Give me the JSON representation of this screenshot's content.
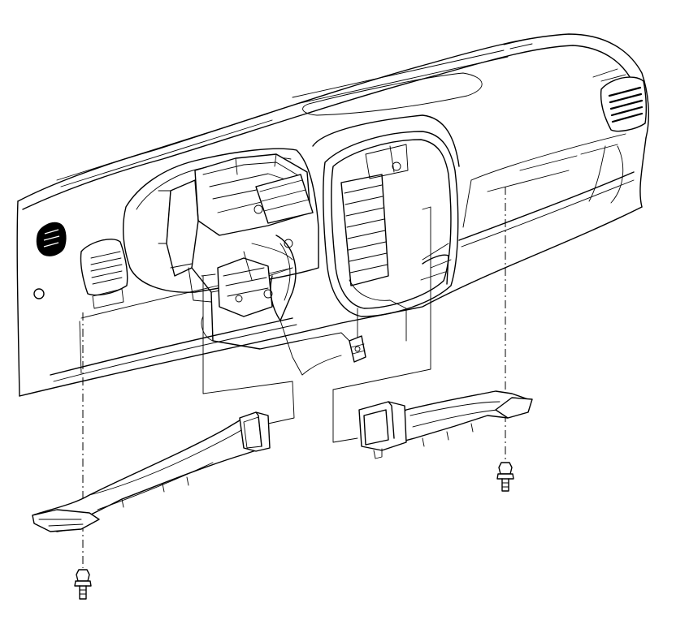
{
  "diagram": {
    "type": "exploded-view line drawing",
    "stroke_color": "#000000",
    "background_color": "#ffffff",
    "parts": [
      "instrument-panel",
      "left-floor-air-duct",
      "right-floor-air-duct",
      "duct-fastener-left",
      "duct-fastener-right"
    ]
  }
}
